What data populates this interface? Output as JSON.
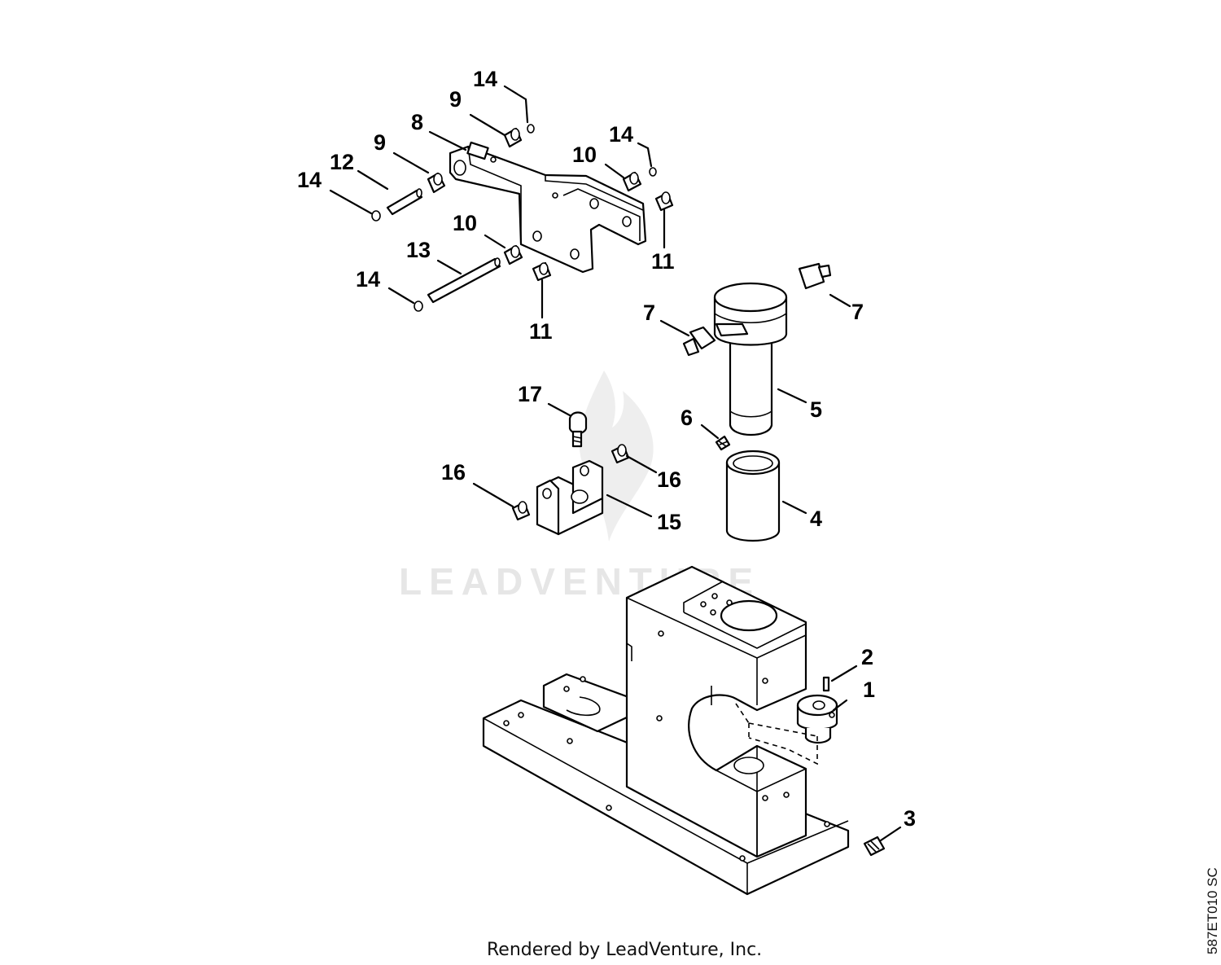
{
  "callouts": [
    {
      "id": "c1",
      "text": "1"
    },
    {
      "id": "c2",
      "text": "2"
    },
    {
      "id": "c3",
      "text": "3"
    },
    {
      "id": "c4",
      "text": "4"
    },
    {
      "id": "c5",
      "text": "5"
    },
    {
      "id": "c6",
      "text": "6"
    },
    {
      "id": "c7a",
      "text": "7"
    },
    {
      "id": "c7b",
      "text": "7"
    },
    {
      "id": "c8",
      "text": "8"
    },
    {
      "id": "c9a",
      "text": "9"
    },
    {
      "id": "c9b",
      "text": "9"
    },
    {
      "id": "c10a",
      "text": "10"
    },
    {
      "id": "c10b",
      "text": "10"
    },
    {
      "id": "c11a",
      "text": "11"
    },
    {
      "id": "c11b",
      "text": "11"
    },
    {
      "id": "c12",
      "text": "12"
    },
    {
      "id": "c13",
      "text": "13"
    },
    {
      "id": "c14a",
      "text": "14"
    },
    {
      "id": "c14b",
      "text": "14"
    },
    {
      "id": "c14c",
      "text": "14"
    },
    {
      "id": "c14d",
      "text": "14"
    },
    {
      "id": "c15",
      "text": "15"
    },
    {
      "id": "c16a",
      "text": "16"
    },
    {
      "id": "c16b",
      "text": "16"
    },
    {
      "id": "c17",
      "text": "17"
    }
  ],
  "watermark": "LEADVENTURE",
  "footer": "Rendered by LeadVenture, Inc.",
  "diagram_code": "587ET010 SC"
}
